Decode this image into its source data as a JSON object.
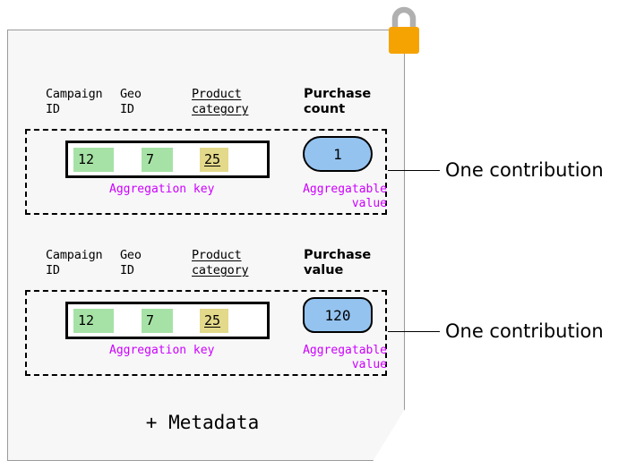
{
  "diagram": {
    "card": {
      "metadata_label": "+ Metadata",
      "lock_icon": "lock-icon",
      "background_color": "#f7f7f7",
      "border_color": "#9a9a9a"
    },
    "colors": {
      "key_cell_green": "#a6e2a6",
      "key_cell_yellow": "#e3d98a",
      "value_pill_blue": "#94c3f0",
      "caption_purple": "#cc00ff",
      "lock_body": "#f5a302",
      "lock_shackle": "#b0b0b0"
    },
    "contributions": [
      {
        "headers": [
          {
            "text": "Campaign\nID",
            "style": "mono",
            "underlined": false
          },
          {
            "text": "Geo\nID",
            "style": "mono",
            "underlined": false
          },
          {
            "text": "Product\ncategory",
            "style": "mono",
            "underlined": true
          },
          {
            "text": "Purchase\ncount",
            "style": "bold-sans",
            "underlined": false
          }
        ],
        "aggregation_key": {
          "caption": "Aggregation key",
          "cells": [
            {
              "value": "12",
              "color": "green",
              "underlined": false
            },
            {
              "value": "7",
              "color": "green",
              "underlined": false
            },
            {
              "value": "25",
              "color": "yellow",
              "underlined": true
            }
          ]
        },
        "aggregatable_value": {
          "caption": "Aggregatable\nvalue",
          "value": "1",
          "shape": "pill"
        },
        "callout": "One contribution"
      },
      {
        "headers": [
          {
            "text": "Campaign\nID",
            "style": "mono",
            "underlined": false
          },
          {
            "text": "Geo\nID",
            "style": "mono",
            "underlined": false
          },
          {
            "text": "Product\ncategory",
            "style": "mono",
            "underlined": true
          },
          {
            "text": "Purchase\nvalue",
            "style": "bold-sans",
            "underlined": false
          }
        ],
        "aggregation_key": {
          "caption": "Aggregation key",
          "cells": [
            {
              "value": "12",
              "color": "green",
              "underlined": false
            },
            {
              "value": "7",
              "color": "green",
              "underlined": false
            },
            {
              "value": "25",
              "color": "yellow",
              "underlined": true
            }
          ]
        },
        "aggregatable_value": {
          "caption": "Aggregatable\nvalue",
          "value": "120",
          "shape": "rounded-rect"
        },
        "callout": "One contribution"
      }
    ]
  }
}
